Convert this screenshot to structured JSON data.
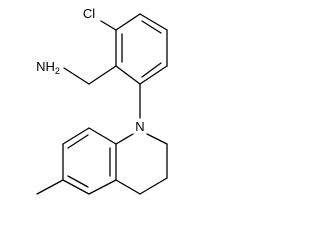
{
  "molecule": {
    "atom_labels": {
      "chlorine": "Cl",
      "amine": "NH",
      "amine_subscript": "2",
      "ring_nitrogen": "N"
    }
  },
  "colors": {
    "bond": "#000000",
    "label": "#000000",
    "background": "#ffffff"
  }
}
